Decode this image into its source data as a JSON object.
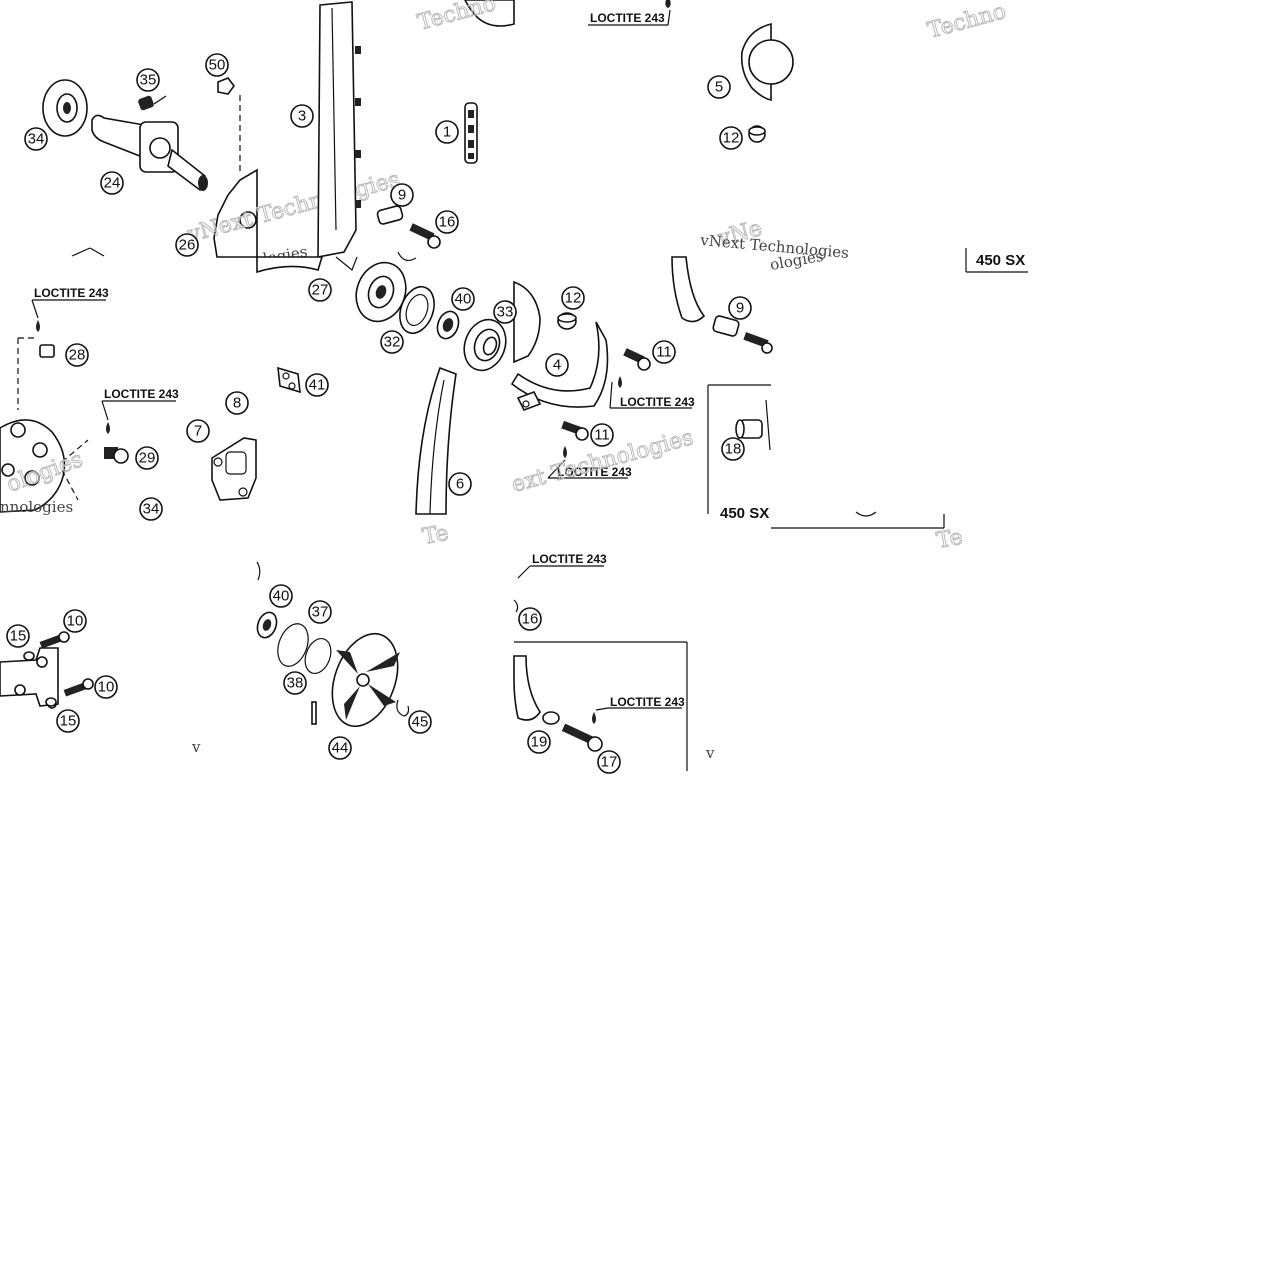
{
  "diagram": {
    "callouts": [
      "1",
      "3",
      "4",
      "5",
      "6",
      "7",
      "8",
      "9",
      "9",
      "10",
      "10",
      "11",
      "11",
      "12",
      "12",
      "15",
      "15",
      "16",
      "16",
      "17",
      "18",
      "19",
      "24",
      "26",
      "27",
      "28",
      "29",
      "32",
      "33",
      "34",
      "34",
      "35",
      "37",
      "38",
      "40",
      "40",
      "41",
      "44",
      "45",
      "50"
    ],
    "loctite_label": "LOCTITE 243",
    "variant_label_1": "450 SX",
    "variant_label_2": "450 SX",
    "watermarks": {
      "techno": "Techno",
      "technologies": "vNext Technologies",
      "te": "Te",
      "vne": "vNe",
      "v": "v"
    }
  }
}
